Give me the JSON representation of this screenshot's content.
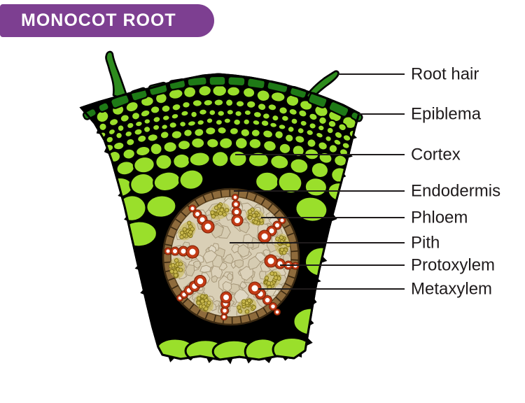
{
  "banner": {
    "title": "MONOCOT ROOT",
    "bg_color": "#7D3F91",
    "text_color": "#FFFFFF"
  },
  "diagram": {
    "labels": [
      {
        "id": "root-hair",
        "text": "Root hair"
      },
      {
        "id": "epiblema",
        "text": "Epiblema"
      },
      {
        "id": "cortex",
        "text": "Cortex"
      },
      {
        "id": "endodermis",
        "text": "Endodermis"
      },
      {
        "id": "phloem",
        "text": "Phloem"
      },
      {
        "id": "pith",
        "text": "Pith"
      },
      {
        "id": "protoxylem",
        "text": "Protoxylem"
      },
      {
        "id": "metaxylem",
        "text": "Metaxylem"
      }
    ],
    "colors": {
      "cell_green": "#9ADF2B",
      "epiblema_dark_green": "#1E7A16",
      "root_hair_green": "#2E8C1E",
      "cell_wall_black": "#000000",
      "endodermis_brown": "#8E6B3C",
      "endodermis_brick_line": "#3C2A12",
      "stele_beige": "#D9CFB6",
      "stele_mosaic_line": "#A8997B",
      "phloem_olive": "#C9B84E",
      "phloem_dot_edge": "#7E7017",
      "xylem_red": "#C33B16",
      "xylem_center_white": "#FFFFFF",
      "label_text": "#1F1B1C",
      "leader_line": "#1F1B1C"
    }
  }
}
